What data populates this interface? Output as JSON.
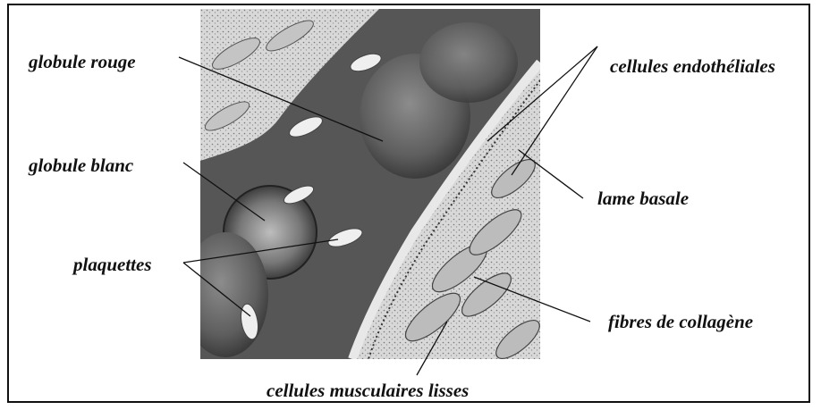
{
  "labels": {
    "globule_rouge": "globule rouge",
    "globule_blanc": "globule blanc",
    "plaquettes": "plaquettes",
    "cellules_endotheliales": "cellules endothéliales",
    "lame_basale": "lame basale",
    "fibres_collagene": "fibres de collagène",
    "cellules_musculaires": "cellules musculaires lisses"
  },
  "colors": {
    "ink": "#111111",
    "lumen": "#4a4a4a",
    "wall": "#cfcfcf",
    "red_cell": "#7a7a7a"
  }
}
